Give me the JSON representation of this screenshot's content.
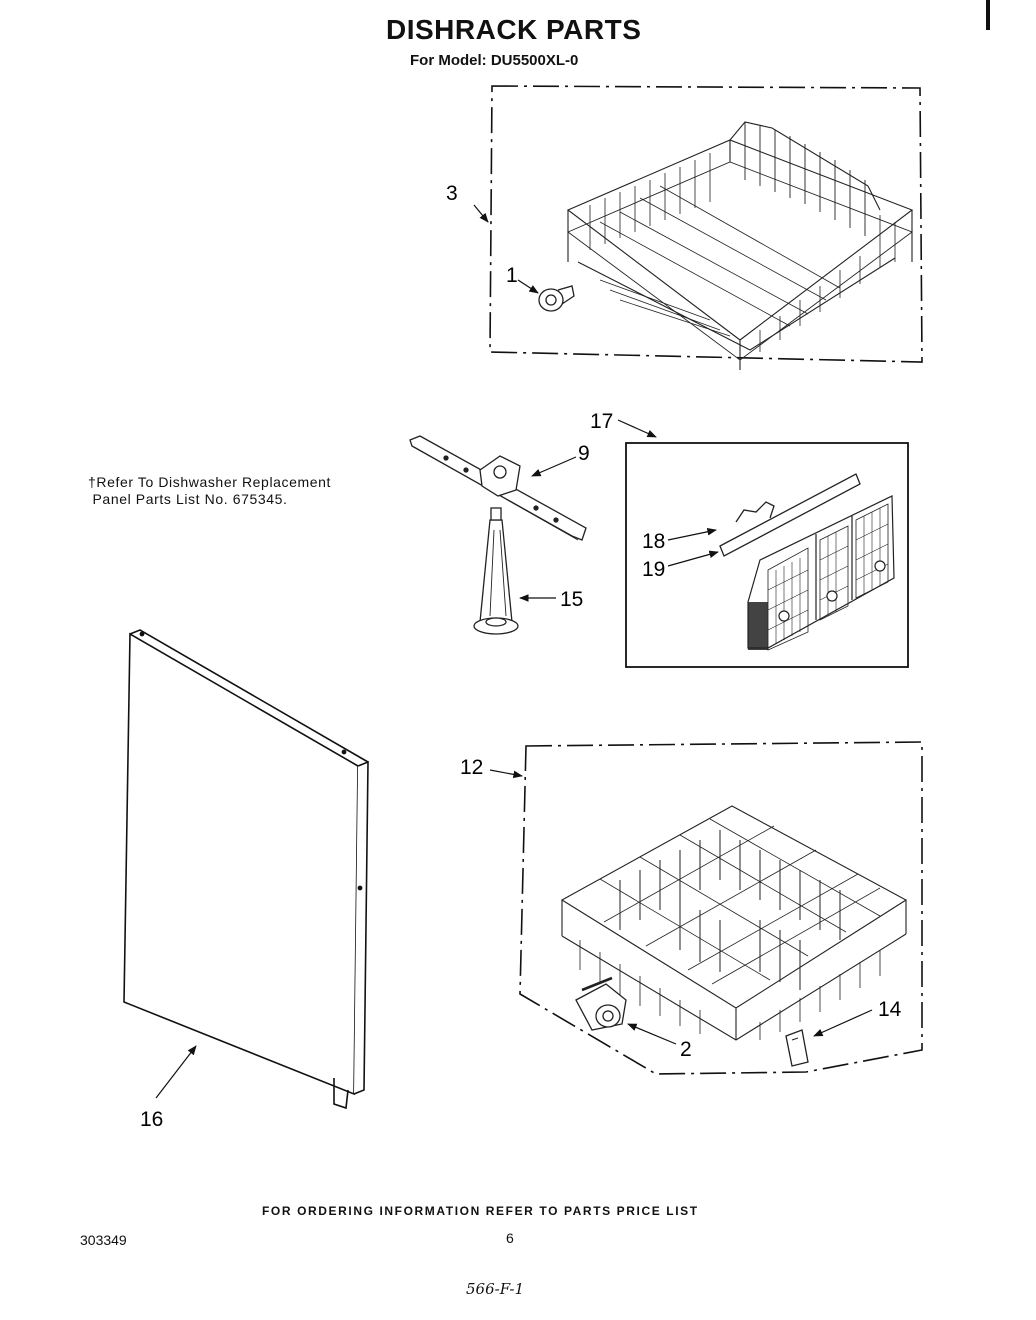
{
  "header": {
    "title": "DISHRACK PARTS",
    "model_line": "For Model: DU5500XL-0"
  },
  "note": {
    "text": "†Refer To Dishwasher Replacement\n Panel Parts List No. 675345."
  },
  "callouts": {
    "c1": "1",
    "c3": "3",
    "c9": "9",
    "c15": "15",
    "c17": "17",
    "c18": "18",
    "c19": "19",
    "c12": "12",
    "c2": "2",
    "c14": "14",
    "c16": "16"
  },
  "footer": {
    "ordering": "FOR ORDERING INFORMATION REFER TO PARTS PRICE LIST",
    "doc_number": "303349",
    "page_number": "6",
    "handwritten": "566-F-1"
  }
}
